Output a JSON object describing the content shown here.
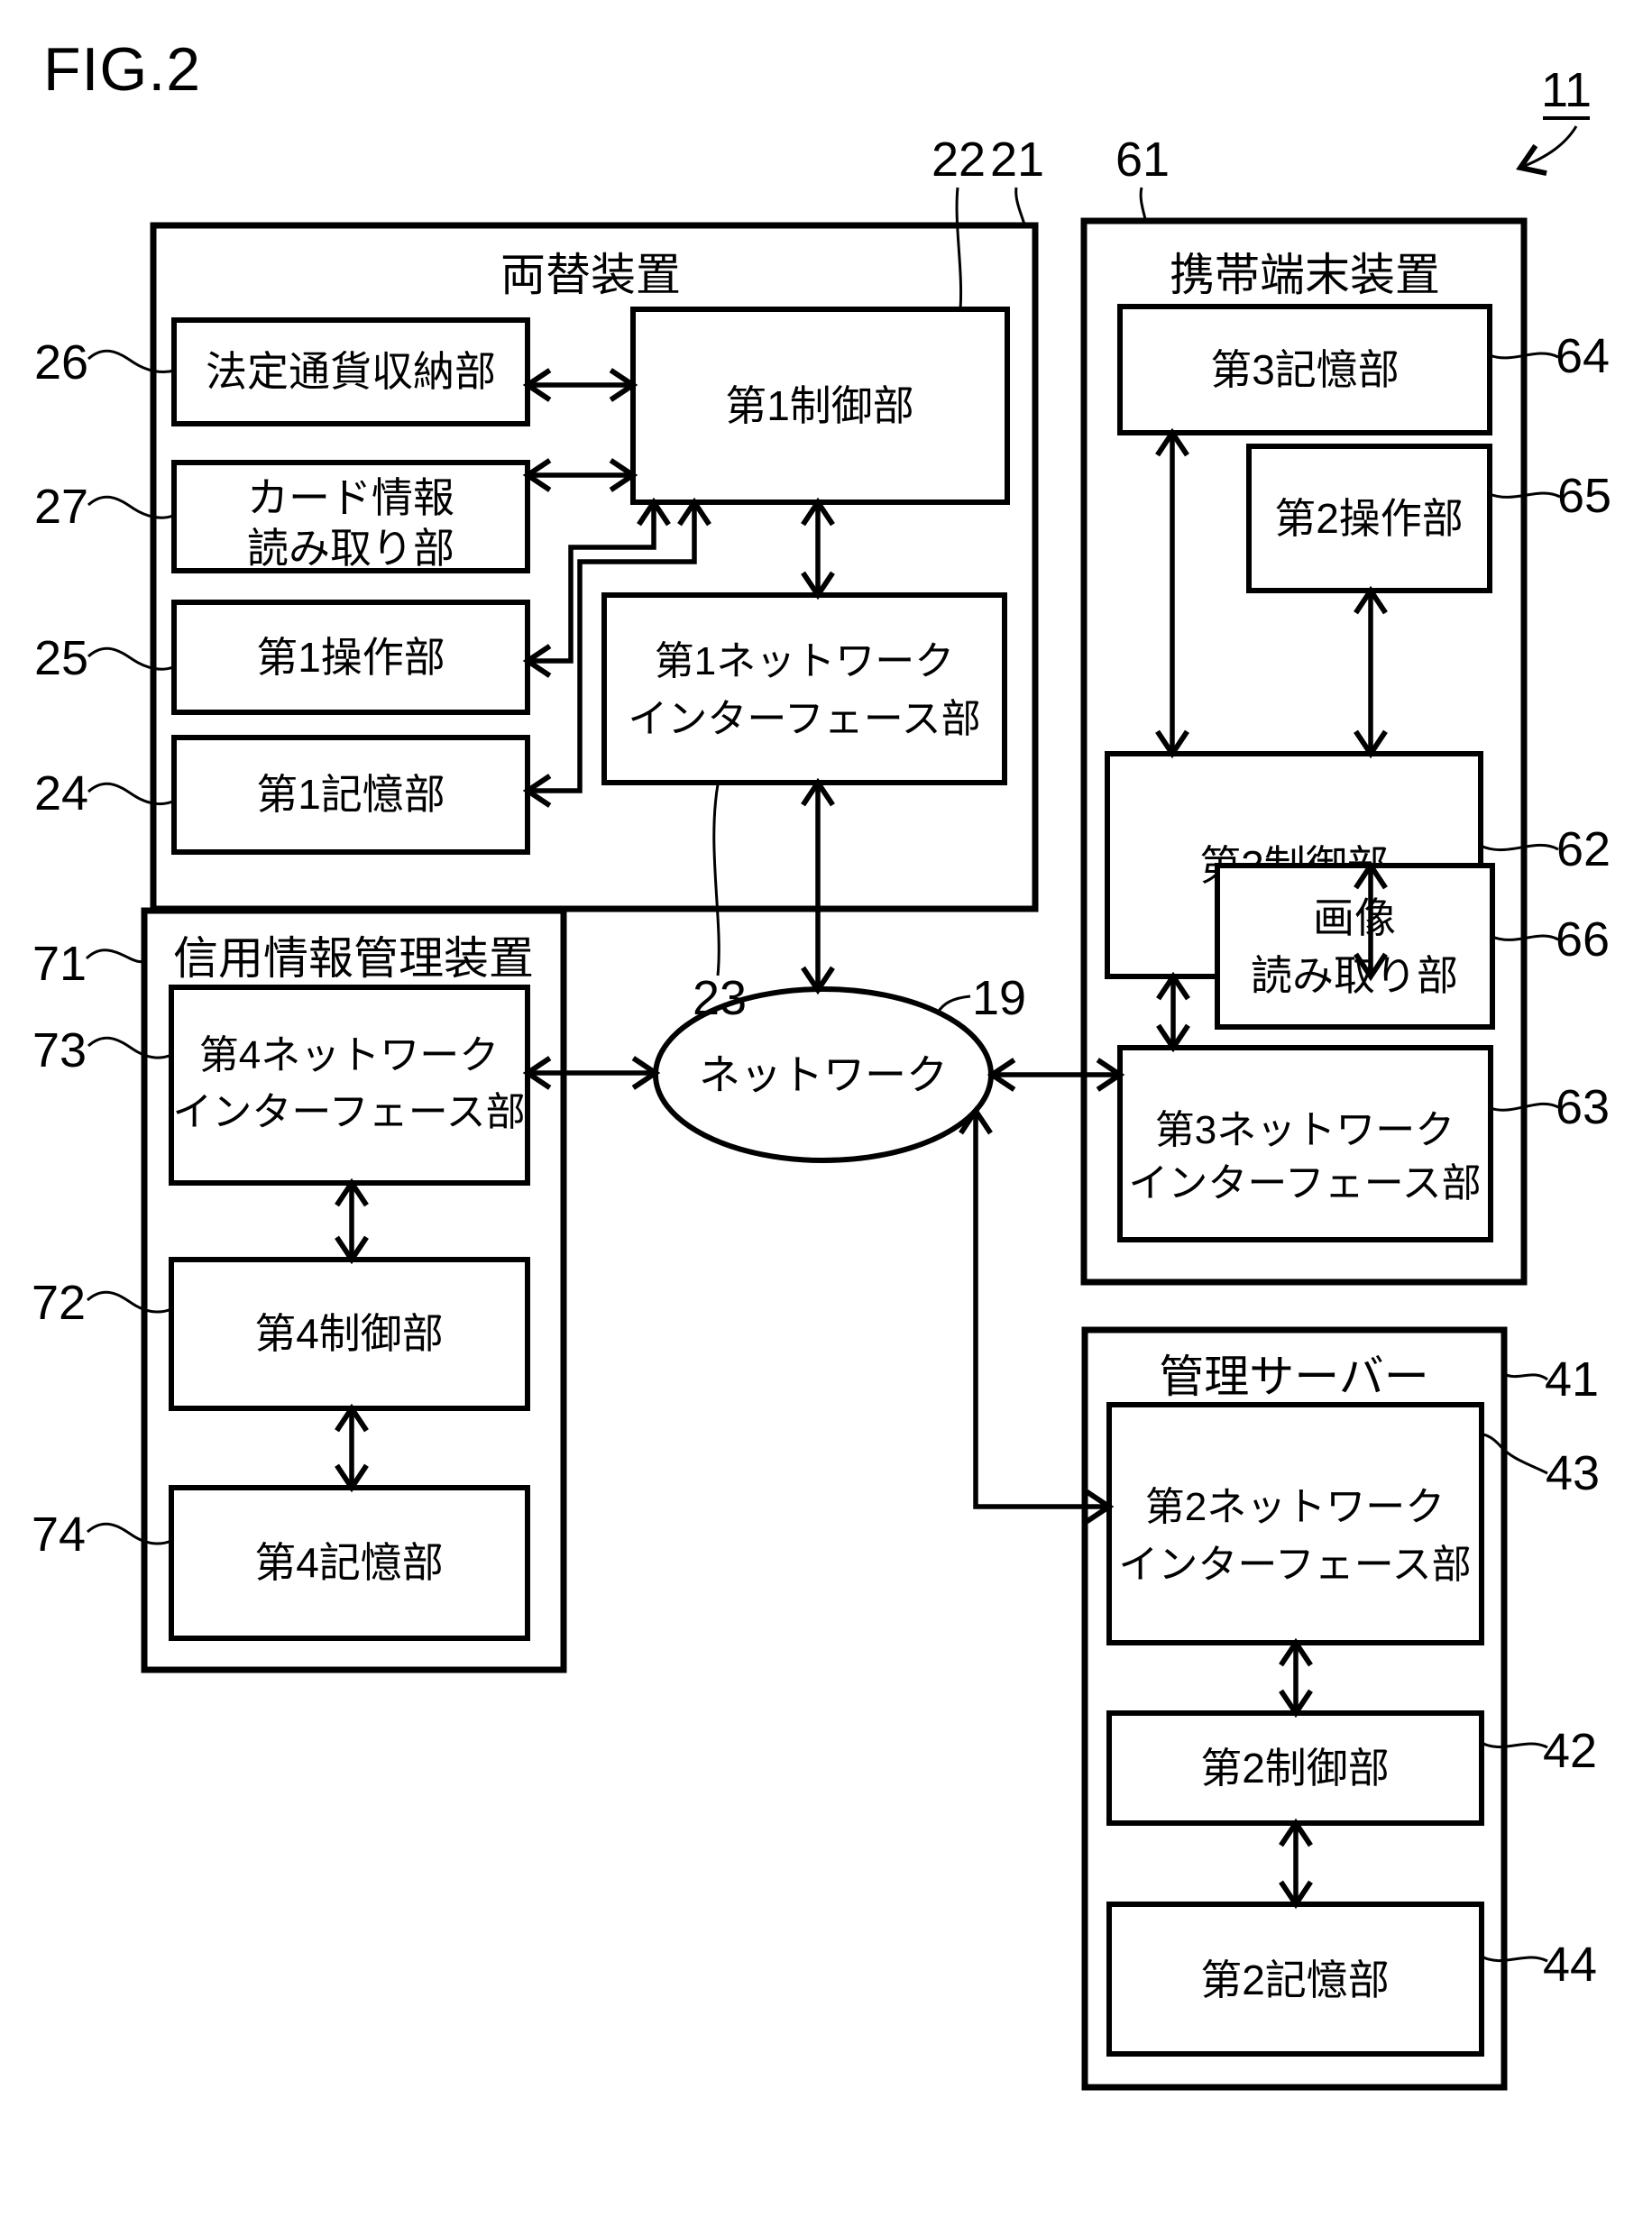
{
  "figure": {
    "title": "FIG.2",
    "system_ref": "11"
  },
  "network": {
    "label": "ネットワーク",
    "ref": "19"
  },
  "exchange_device": {
    "title": "両替装置",
    "ref": "21",
    "control1": {
      "label": "第1制御部",
      "ref": "22"
    },
    "currency_storage": {
      "label": "法定通貨収納部",
      "ref": "26"
    },
    "card_reader": {
      "line1": "カード情報",
      "line2": "読み取り部",
      "ref": "27"
    },
    "operation1": {
      "label": "第1操作部",
      "ref": "25"
    },
    "storage1": {
      "label": "第1記憶部",
      "ref": "24"
    },
    "network_if1": {
      "line1": "第1ネットワーク",
      "line2": "インターフェース部",
      "ref": "23"
    }
  },
  "mobile_device": {
    "title": "携帯端末装置",
    "ref": "61",
    "storage3": {
      "label": "第3記憶部",
      "ref": "64"
    },
    "operation2": {
      "label": "第2操作部",
      "ref": "65"
    },
    "control3": {
      "label": "第3制御部",
      "ref": "62"
    },
    "image_reader": {
      "line1": "画像",
      "line2": "読み取り部",
      "ref": "66"
    },
    "network_if3": {
      "line1": "第3ネットワーク",
      "line2": "インターフェース部",
      "ref": "63"
    }
  },
  "credit_info_device": {
    "title": "信用情報管理装置",
    "ref": "71",
    "network_if4": {
      "line1": "第4ネットワーク",
      "line2": "インターフェース部",
      "ref": "73"
    },
    "control4": {
      "label": "第4制御部",
      "ref": "72"
    },
    "storage4": {
      "label": "第4記憶部",
      "ref": "74"
    }
  },
  "management_server": {
    "title": "管理サーバー",
    "ref": "41",
    "network_if2": {
      "line1": "第2ネットワーク",
      "line2": "インターフェース部",
      "ref": "43"
    },
    "control2": {
      "label": "第2制御部",
      "ref": "42"
    },
    "storage2": {
      "label": "第2記憶部",
      "ref": "44"
    }
  },
  "colors": {
    "line": "#000000",
    "background": "#ffffff"
  }
}
